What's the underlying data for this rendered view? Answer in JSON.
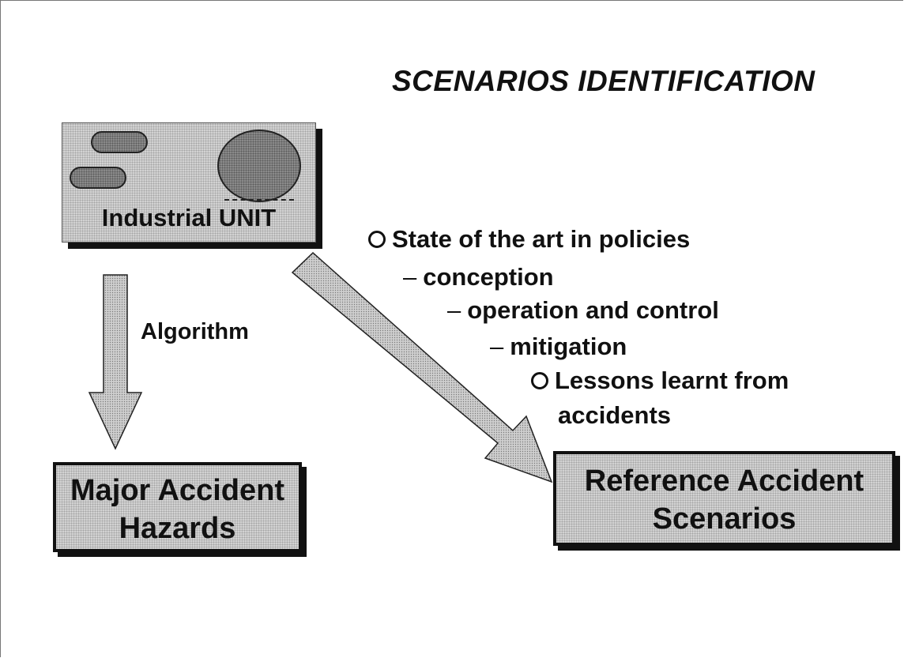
{
  "title": "SCENARIOS IDENTIFICATION",
  "industrial_unit": {
    "label": "Industrial UNIT"
  },
  "arrows": {
    "left_label": "Algorithm"
  },
  "criteria": {
    "items": [
      {
        "marker": "bullet",
        "text": "State of the art in policies"
      },
      {
        "marker": "dash",
        "text": "conception"
      },
      {
        "marker": "dash",
        "text": "operation and control"
      },
      {
        "marker": "dash",
        "text": "mitigation"
      },
      {
        "marker": "bullet",
        "text": "Lessons learnt from"
      },
      {
        "marker": "none",
        "text": "accidents"
      }
    ]
  },
  "boxes": {
    "major": {
      "line1": "Major Accident",
      "line2": "Hazards"
    },
    "reference": {
      "line1": "Reference Accident",
      "line2": "Scenarios"
    }
  }
}
